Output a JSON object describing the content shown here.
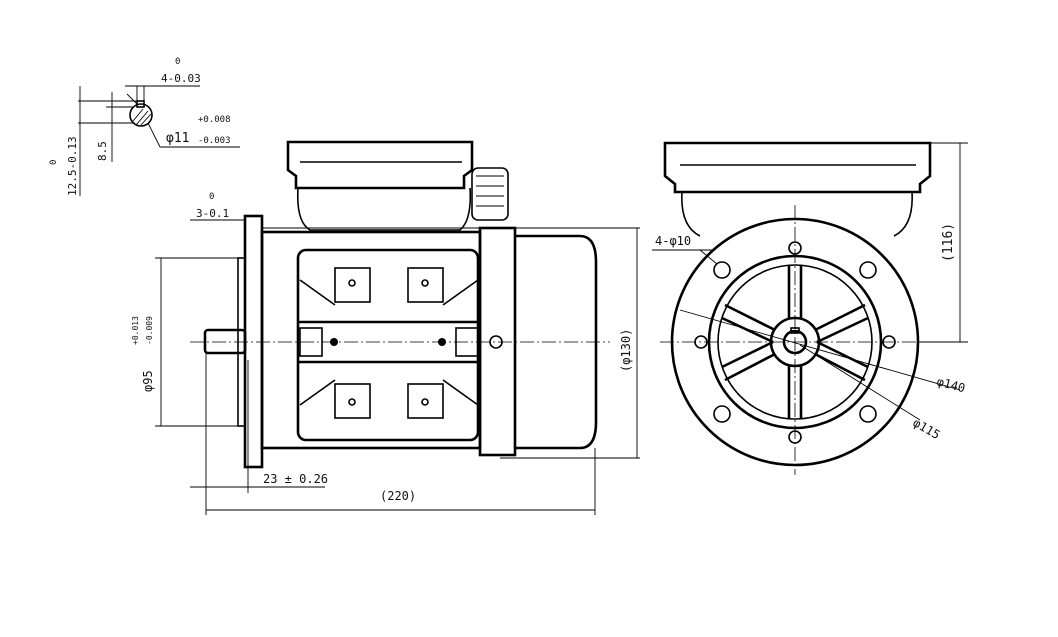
{
  "keyway_detail": {
    "key_width": "4-0.03",
    "key_width_upper": "0",
    "shaft_dia": "φ11",
    "shaft_dia_upper": "+0.008",
    "shaft_dia_lower": "-0.003",
    "key_depth": "8.5",
    "shaft_height": "12.5-0.13",
    "shaft_height_upper": "0"
  },
  "side_view": {
    "flange_thickness": "3-0.1",
    "flange_thickness_upper": "0",
    "spigot_dia": "φ95",
    "spigot_upper": "+0.013",
    "spigot_lower": "-0.009",
    "shaft_length": "23 ± 0.26",
    "overall_length": "(220)",
    "overall_height": "(φ130)"
  },
  "front_view": {
    "holes": "4-φ10",
    "height": "(116)",
    "flange_dia": "φ140",
    "pcd": "φ115"
  }
}
